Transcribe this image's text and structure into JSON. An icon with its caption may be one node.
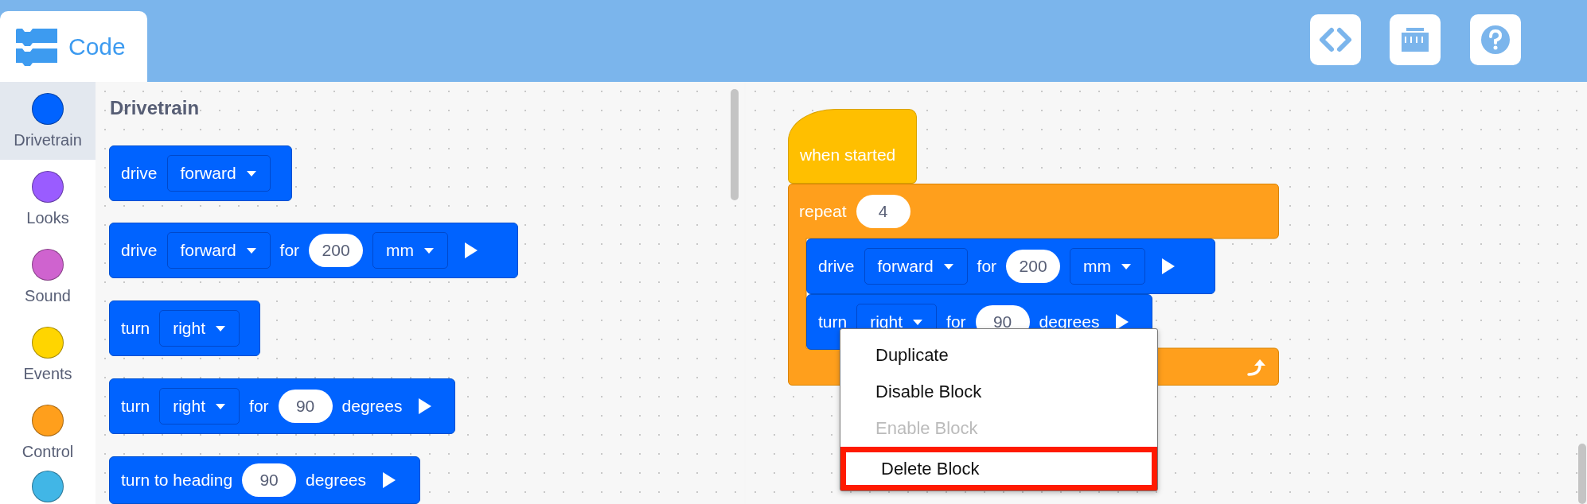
{
  "diagram": {
    "nodes": [
      {
        "text": [
          "Code"
        ]
      },
      {
        "text": [
          "Drivetrain"
        ]
      },
      {
        "text": [
          "Looks"
        ]
      },
      {
        "text": [
          "Sound"
        ]
      },
      {
        "text": [
          "Events"
        ]
      },
      {
        "text": [
          "Control"
        ]
      },
      {
        "text": [],
        "shape": "circle"
      },
      {
        "text": [
          "drive",
          "forward"
        ]
      },
      {
        "text": [
          "drive",
          "forward",
          "for",
          "200",
          "mm"
        ]
      },
      {
        "text": [
          "turn",
          "right"
        ]
      },
      {
        "text": [
          "turn",
          "right",
          "for",
          "90",
          "degrees"
        ]
      },
      {
        "text": [
          "turn to heading",
          "90",
          "degrees"
        ]
      },
      {
        "text": [
          "when started"
        ]
      },
      {
        "text": [
          "repeat",
          "4"
        ]
      },
      {
        "text": [
          "drive",
          "forward",
          "for",
          "200",
          "mm"
        ],
        "in": 13
      },
      {
        "text": [
          "turn",
          "right",
          "for",
          "90",
          "degrees"
        ],
        "in": 13
      },
      {
        "text": [],
        "shape": "box"
      },
      {
        "text": [
          "Duplicate"
        ]
      },
      {
        "text": [
          "Disable Block"
        ],
        "in": 16
      },
      {
        "text": [
          "Enable Block"
        ],
        "in": 16
      },
      {
        "text": [
          "Delete Block"
        ],
        "in": 16
      }
    ],
    "labels": [
      "Drivetrain"
    ]
  }
}
